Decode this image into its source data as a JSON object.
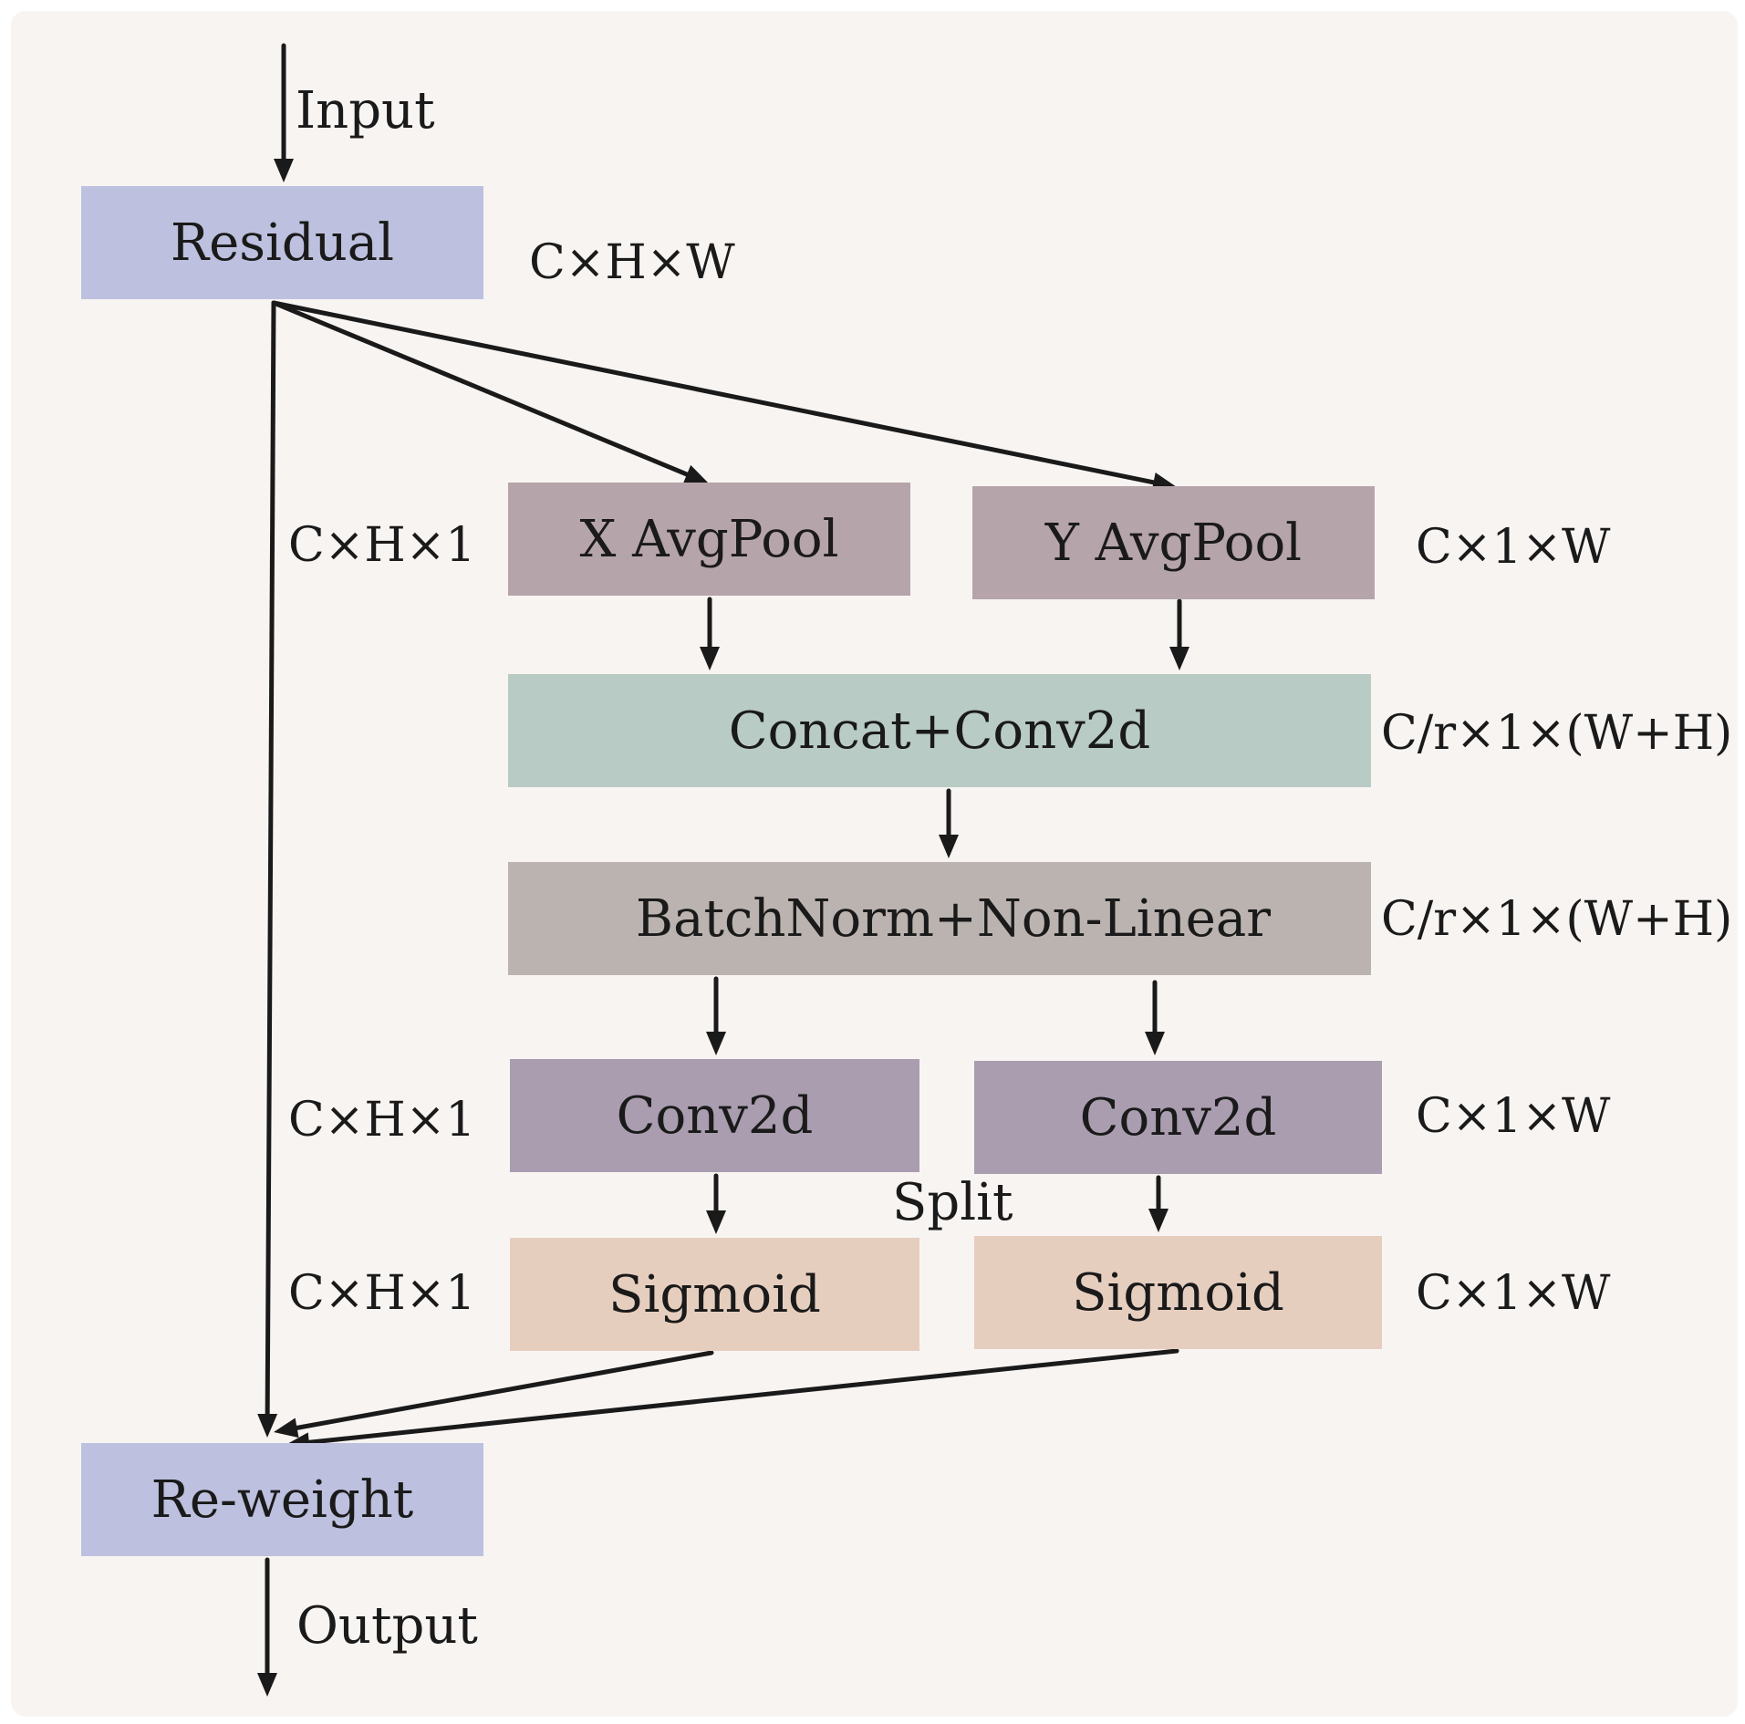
{
  "colors": {
    "background": "#f8f4f2",
    "residual_box": "#bdc1df",
    "avgpool_box": "#b6a4ab",
    "concat_box": "#b8cbc4",
    "batchnorm_box": "#bbb3b0",
    "conv2d_box": "#a99daf",
    "sigmoid_box": "#e6cebf",
    "arrow": "#1a1a1a"
  },
  "labels": {
    "input": "Input",
    "output": "Output",
    "split": "Split"
  },
  "boxes": {
    "residual": "Residual",
    "x_avgpool": "X AvgPool",
    "y_avgpool": "Y AvgPool",
    "concat_conv2d": "Concat+Conv2d",
    "batchnorm": "BatchNorm+Non-Linear",
    "conv2d_left": "Conv2d",
    "conv2d_right": "Conv2d",
    "sigmoid_left": "Sigmoid",
    "sigmoid_right": "Sigmoid",
    "reweight": "Re-weight"
  },
  "dims": {
    "residual": "C×H×W",
    "x_avgpool": "C×H×1",
    "y_avgpool": "C×1×W",
    "concat_conv2d": "C/r×1×(W+H)",
    "batchnorm": "C/r×1×(W+H)",
    "conv2d_left": "C×H×1",
    "conv2d_right": "C×1×W",
    "sigmoid_left": "C×H×1",
    "sigmoid_right": "C×1×W"
  }
}
